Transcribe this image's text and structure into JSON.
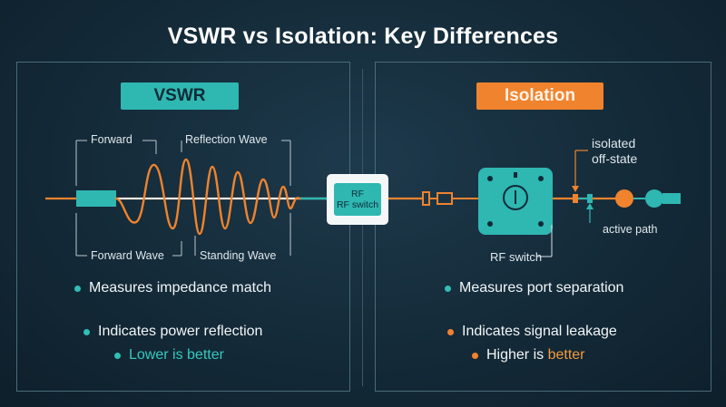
{
  "title": "VSWR vs Isolation: Key Differences",
  "vswr": {
    "badge": "VSWR",
    "labels": {
      "forward": "Forward",
      "reflection_wave": "Reflection Wave",
      "forward_wave": "Forward Wave",
      "standing_wave": "Standing Wave"
    },
    "bullets": [
      "Measures impedance match",
      "Indicates power reflection",
      "Lower is better"
    ]
  },
  "center_switch": {
    "line1": "RF",
    "line2": "RF switch"
  },
  "isolation": {
    "badge": "Isolation",
    "labels": {
      "isolated_line1": "isolated",
      "isolated_line2": "off-state",
      "active_path": "active path",
      "rf_switch": "RF switch"
    },
    "bullets": [
      "Measures port separation",
      "Indicates signal leakage"
    ],
    "bullet3_prefix": "Higher is ",
    "bullet3_highlight": "better"
  },
  "colors": {
    "teal": "#2fb7b2",
    "orange": "#f0832d",
    "background": "#142a38"
  },
  "icons": {
    "switch_body": "rf-switch-icon",
    "connector": "coax-connector-icon",
    "port_dot": "port-circle-icon"
  }
}
